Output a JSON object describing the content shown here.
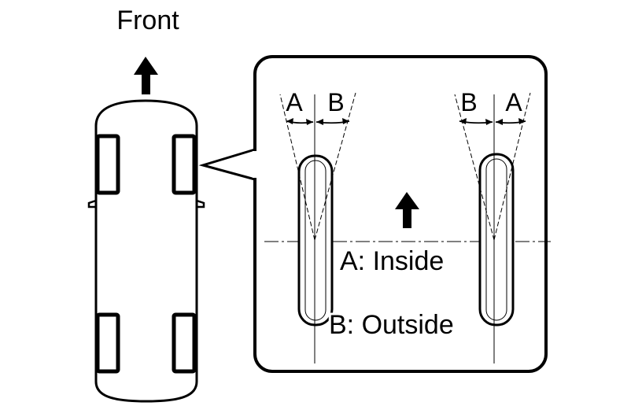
{
  "labels": {
    "front": "Front",
    "inside_legend": "A: Inside",
    "outside_legend": "B: Outside",
    "left_wheel": {
      "angle_a": "A",
      "angle_b": "B"
    },
    "right_wheel": {
      "angle_a": "A",
      "angle_b": "B"
    }
  },
  "colors": {
    "line": "#000000",
    "background": "#ffffff"
  },
  "icons": {
    "front_direction": "arrow-up-icon",
    "detail_direction": "arrow-up-icon"
  }
}
